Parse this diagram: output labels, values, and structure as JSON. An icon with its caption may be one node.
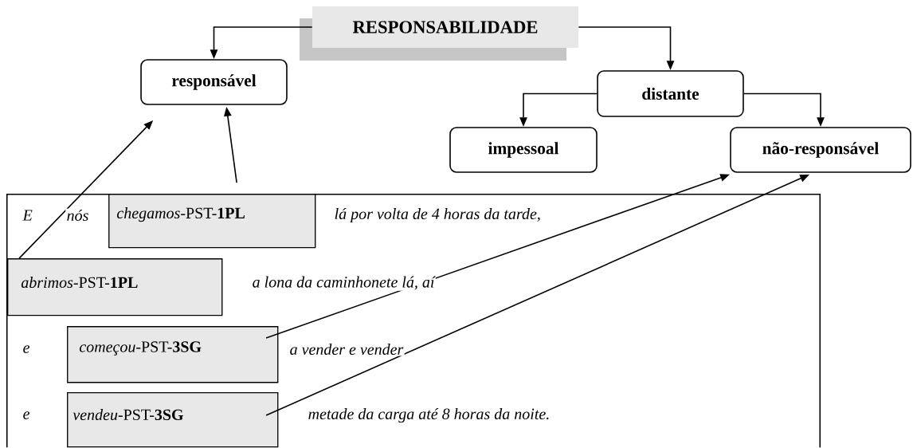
{
  "diagram": {
    "nodes": [
      {
        "text": [
          "RESPONSABILIDADE"
        ]
      },
      {
        "text": [
          "responsável"
        ]
      },
      {
        "text": [
          "distante"
        ]
      },
      {
        "text": [
          "impessoal"
        ]
      },
      {
        "text": [
          "não-responsável"
        ]
      },
      {
        "text": [],
        "shape": "box"
      },
      {
        "text": [
          "*chegamos*-PST-**1PL**"
        ],
        "in": 5
      },
      {
        "text": [
          "*abrimos*-PST-**1PL**"
        ],
        "in": 5
      },
      {
        "text": [
          "*começou*-PST-**3SG**"
        ],
        "in": 5
      },
      {
        "text": [
          "*vendeu*-PST-**3SG**"
        ],
        "in": 5
      }
    ],
    "edges": [
      {
        "from": 0,
        "to": 1,
        "arrow": "to"
      },
      {
        "from": 0,
        "to": 2,
        "arrow": "to"
      },
      {
        "from": 2,
        "to": 3,
        "arrow": "to"
      },
      {
        "from": 2,
        "to": 4,
        "arrow": "to"
      },
      {
        "from": 7,
        "to": 1,
        "arrow": "to"
      },
      {
        "from": 6,
        "to": 1,
        "arrow": "to"
      },
      {
        "from": 8,
        "to": 4,
        "arrow": "to"
      },
      {
        "from": 9,
        "to": 4,
        "arrow": "to"
      }
    ],
    "labels": [
      "E",
      "nós",
      "lá por volta de 4 horas da tarde,",
      "a lona da caminhonete lá, aí",
      "e",
      "a vender e vender",
      "e",
      "metade da carga até 8 horas da noite."
    ]
  }
}
